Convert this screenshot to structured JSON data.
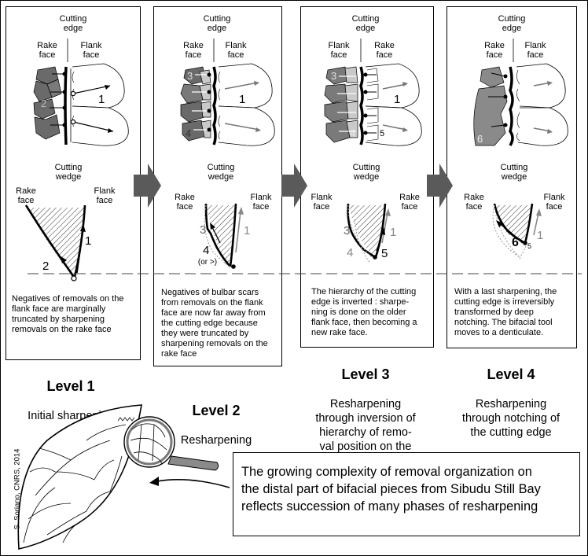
{
  "panels": [
    {
      "top_edge": "Cutting\nedge",
      "left_face": "Rake\nface",
      "right_face": "Flank\nface",
      "wedge": "Cutting\nwedge",
      "wedge_left": "Rake\nface",
      "wedge_right": "Flank\nface",
      "numbers": [
        "1",
        "1",
        "2"
      ],
      "description": "Negatives of removals on the\nflank face are marginally\ntruncated by sharpening\nremovals on the rake face"
    },
    {
      "top_edge": "Cutting\nedge",
      "left_face": "Rake\nface",
      "right_face": "Flank\nface",
      "wedge": "Cutting\nwedge",
      "wedge_left": "Rake\nface",
      "wedge_right": "Flank\nface",
      "numbers": [
        "3",
        "1",
        "4",
        "3",
        "1",
        "4"
      ],
      "or_note": "(or >)",
      "description": "Negatives of bulbar scars\nfrom removals on the flank\nface are now far away from\nthe cutting edge because\nthey were truncated by\nsharpening removals on the\nrake face"
    },
    {
      "top_edge": "Cutting\nedge",
      "left_face": "Flank\nface",
      "right_face": "Rake\nface",
      "wedge": "Cutting\nwedge",
      "wedge_left": "Flank\nface",
      "wedge_right": "Rake\nface",
      "numbers": [
        "3",
        "1",
        "4",
        "5",
        "3",
        "1",
        "4",
        "5"
      ],
      "description": "The hierarchy of the cutting\nedge is inverted : sharpe-\nning is done on the older\nflank face, then becoming a\nnew rake face."
    },
    {
      "top_edge": "Cutting\nedge",
      "left_face": "Rake\nface",
      "right_face": "Flank\nface",
      "wedge": "Cutting\nwedge",
      "wedge_left": "Rake\nface",
      "wedge_right": "Flank\nface",
      "numbers": [
        "6",
        "6",
        "1",
        "5"
      ],
      "description": "With a last sharpening, the\ncutting edge is irreversibly\ntransformed by deep\nnotching. The bifacial tool\nmoves to a denticulate."
    }
  ],
  "levels": [
    {
      "title": "Level 1",
      "subtitle": "Initial sharpening"
    },
    {
      "title": "Level 2",
      "subtitle": "Resharpening"
    },
    {
      "title": "Level 3",
      "subtitle": "Resharpening\nthrough inversion of\nhierarchy of remo-\nval position on the\ntool faces"
    },
    {
      "title": "Level 4",
      "subtitle": "Resharpening\nthrough notching of\nthe cutting edge"
    }
  ],
  "conclusion": "The growing complexity of removal organization on\nthe distal part of bifacial pieces from Sibudu Still Bay\nreflects succession of many phases of resharpening",
  "credit": "S. Soriano, CNRS, 2014",
  "colors": {
    "dark_gray": "#6a6a6a",
    "mid_gray": "#9a9a9a",
    "light_gray": "#c9c9c9",
    "arrow_gray": "#5a5a5a"
  }
}
